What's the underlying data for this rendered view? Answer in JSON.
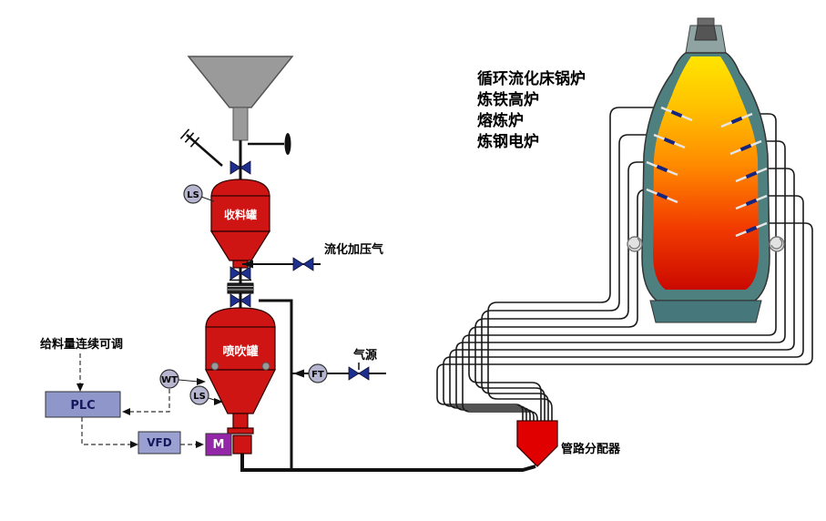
{
  "labels": {
    "receiving_tank": "收料罐",
    "injection_tank": "喷吹罐",
    "fluidization_gas": "流化加压气",
    "gas_source": "气源",
    "feed_adjust": "给料量连续可调",
    "distributor": "管路分配器",
    "plc": "PLC",
    "vfd": "VFD",
    "motor": "M",
    "level_switch_upper": "LS",
    "level_switch_lower": "LS",
    "weight_transmitter": "WT",
    "flow_transmitter": "FT"
  },
  "furnace_types": [
    "循环流化床锅炉",
    "炼铁高炉",
    "熔炼炉",
    "炼钢电炉"
  ],
  "colors": {
    "vessel_red": "#cf1414",
    "distributor_red": "#e00000",
    "valve_blue": "#1d2f8f",
    "nozzle_blue": "#16247e",
    "furnace_shell_teal": "#4e8080",
    "furnace_base_teal": "#46777a",
    "flame_yellow": "#ffe600",
    "flame_orange": "#ff8a00",
    "flame_red": "#c40000",
    "plc_fill": "#8f96c9",
    "vfd_fill": "#9aa0cf",
    "motor_purple": "#9327a8",
    "hopper_gray": "#9a9a9a",
    "bellows_dark": "#222222"
  }
}
